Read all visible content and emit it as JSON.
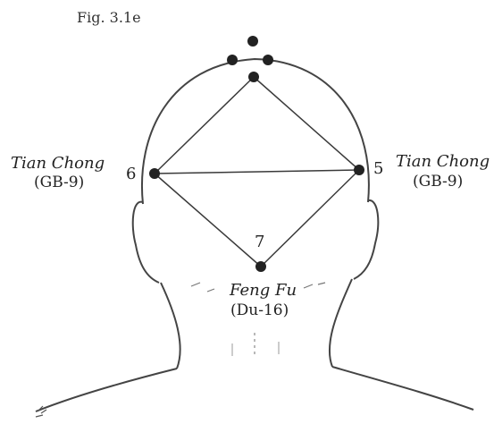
{
  "figure_label": "Fig. 3.1e",
  "points": {
    "left": {
      "number": "6",
      "name": "Tian Chong",
      "code": "(GB-9)"
    },
    "right": {
      "number": "5",
      "name": "Tian Chong",
      "code": "(GB-9)"
    },
    "bottom": {
      "number": "7",
      "name": "Feng Fu",
      "code": "(Du-16)"
    }
  },
  "colors": {
    "ink": "#222222",
    "line": "#3a3a3a",
    "paper": "#ffffff"
  }
}
